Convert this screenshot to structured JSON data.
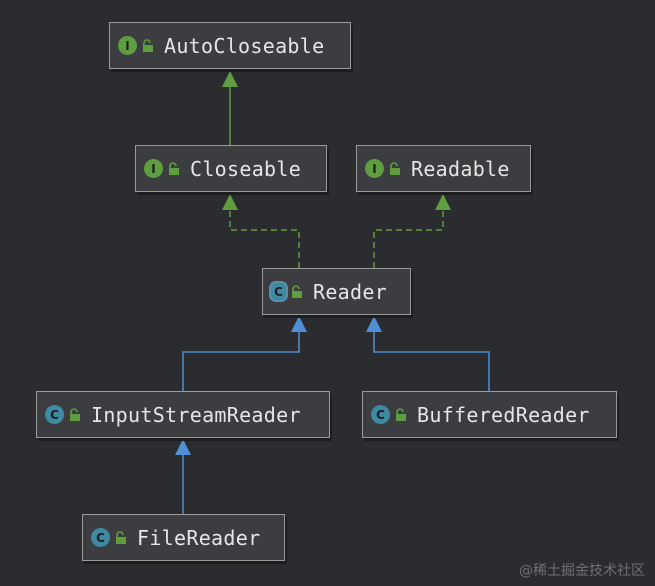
{
  "diagram": {
    "nodes": [
      {
        "id": "autocloseable",
        "label": "AutoCloseable",
        "kind": "interface",
        "kind_letter": "I"
      },
      {
        "id": "closeable",
        "label": "Closeable",
        "kind": "interface",
        "kind_letter": "I"
      },
      {
        "id": "readable",
        "label": "Readable",
        "kind": "interface",
        "kind_letter": "I"
      },
      {
        "id": "reader",
        "label": "Reader",
        "kind": "abstract-class",
        "kind_letter": "C"
      },
      {
        "id": "inputstreamreader",
        "label": "InputStreamReader",
        "kind": "class",
        "kind_letter": "C"
      },
      {
        "id": "bufferedreader",
        "label": "BufferedReader",
        "kind": "class",
        "kind_letter": "C"
      },
      {
        "id": "filereader",
        "label": "FileReader",
        "kind": "class",
        "kind_letter": "C"
      }
    ],
    "edges": [
      {
        "from": "closeable",
        "to": "autocloseable",
        "type": "extends"
      },
      {
        "from": "reader",
        "to": "closeable",
        "type": "implements"
      },
      {
        "from": "reader",
        "to": "readable",
        "type": "implements"
      },
      {
        "from": "inputstreamreader",
        "to": "reader",
        "type": "extends"
      },
      {
        "from": "bufferedreader",
        "to": "reader",
        "type": "extends"
      },
      {
        "from": "filereader",
        "to": "inputstreamreader",
        "type": "extends"
      }
    ]
  },
  "colors": {
    "background": "#2b2c2f",
    "node_fill": "#3b3d40",
    "interface_edge": "#5f9e3f",
    "class_edge": "#4f8fd6",
    "interface_badge": "#5f9e3f",
    "class_badge": "#3e8aa3"
  },
  "icons": {
    "visibility": "unlock-icon"
  },
  "watermark": "@稀土掘金技术社区"
}
